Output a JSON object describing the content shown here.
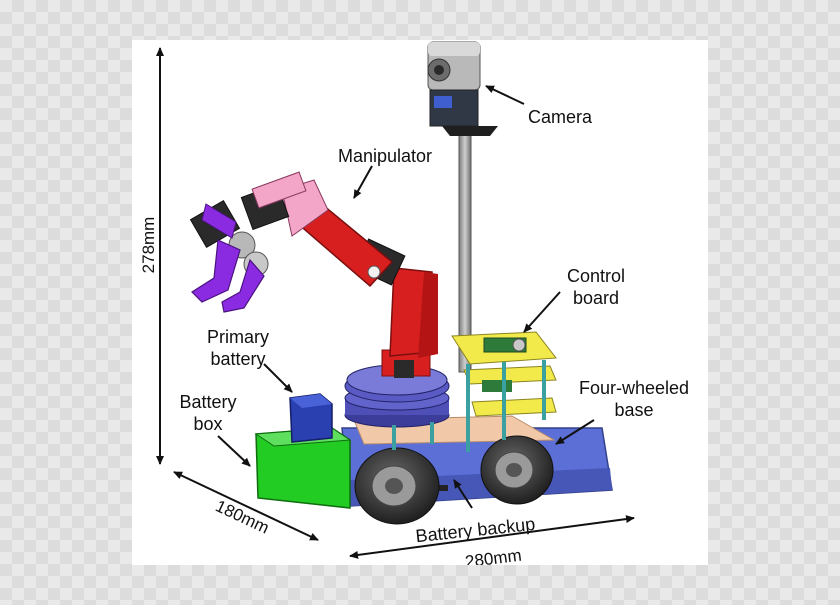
{
  "labels": {
    "camera": "Camera",
    "manipulator": "Manipulator",
    "control_board_1": "Control",
    "control_board_2": "board",
    "primary_battery_1": "Primary",
    "primary_battery_2": "battery",
    "battery_box_1": "Battery",
    "battery_box_2": "box",
    "four_wheeled_base_1": "Four-wheeled",
    "four_wheeled_base_2": "base",
    "battery_backup": "Battery backup"
  },
  "dimensions": {
    "height": "278mm",
    "depth": "180mm",
    "width": "280mm"
  },
  "colors": {
    "arm": "#d81f1f",
    "gripper": "#8a2be2",
    "battery_box": "#22cc22",
    "primary_battery": "#2a3fb0",
    "turntable": "#4f4fb8",
    "base_plate": "#f2c9a8",
    "chassis": "#5b6fd6",
    "board": "#f2ea4a",
    "wheel": "#3a3a3a"
  }
}
